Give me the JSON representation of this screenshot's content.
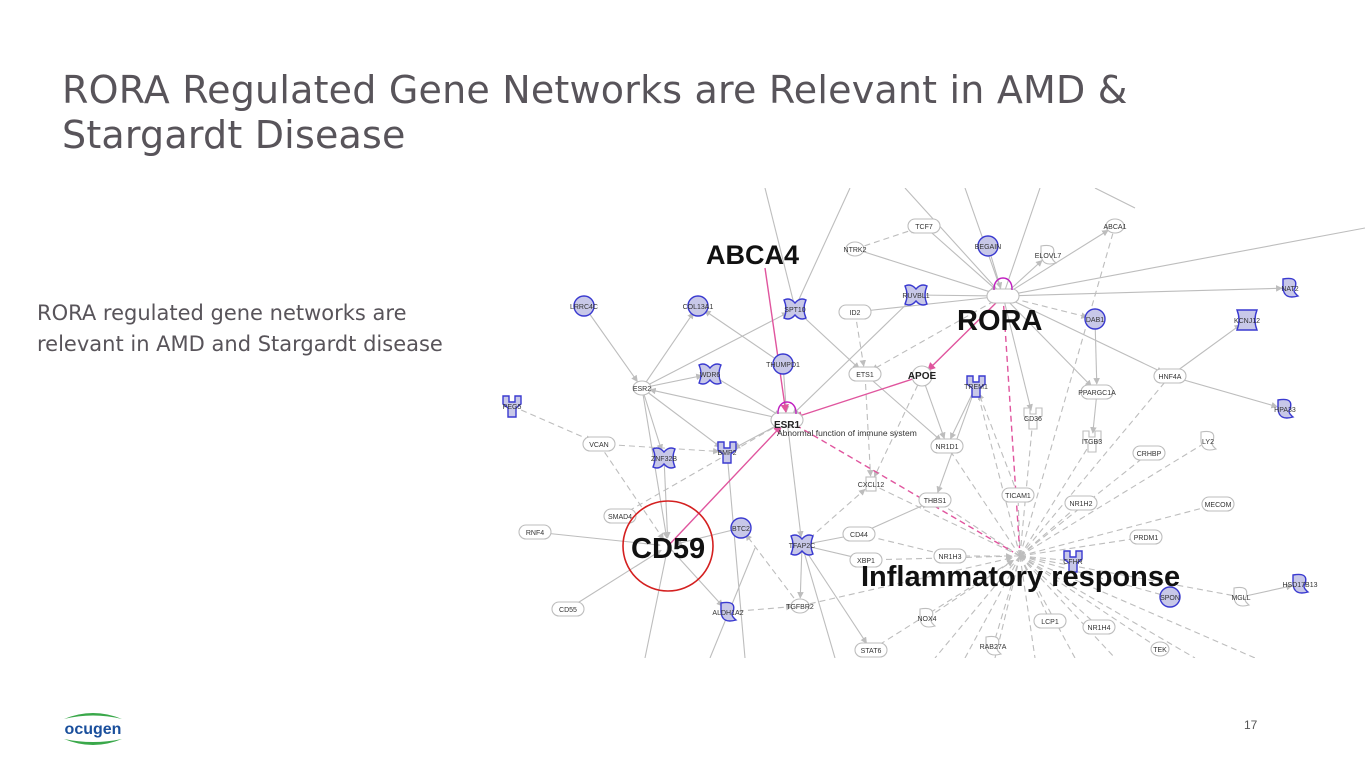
{
  "slide": {
    "title": "RORA Regulated Gene Networks are Relevant in AMD & Stargardt Disease",
    "body": "RORA regulated gene networks are relevant in AMD and Stargardt disease",
    "page_number": "17",
    "logo_text": "ocugen",
    "logo_icon": "ocugen-swoosh-logo"
  },
  "colors": {
    "title": "#58545a",
    "edge_gray": "#bdbdbd",
    "edge_pink": "#e0559e",
    "node_blue_fill": "#c8c8e8",
    "node_blue_stroke": "#3a3ad0",
    "highlight_circle": "#d42020",
    "logo_blue": "#1a4f9c",
    "logo_green": "#3aa84a"
  },
  "callouts": {
    "abca4": "ABCA4",
    "rora": "RORA",
    "cd59": "CD59",
    "inflammatory": "Inflammatory response"
  },
  "network": {
    "function_label": "Abnormal function of immune system",
    "nodes": [
      {
        "id": "TCF7",
        "label": "TCF7",
        "shape": "ellipse-pair",
        "style": "plain"
      },
      {
        "id": "BEGAIN",
        "label": "BEGAIN",
        "shape": "circle",
        "style": "blue"
      },
      {
        "id": "ELOVL7",
        "label": "ELOVL7",
        "shape": "enzyme",
        "style": "plain"
      },
      {
        "id": "ABCA1",
        "label": "ABCA1",
        "shape": "transporter",
        "style": "plain"
      },
      {
        "id": "NTRK2",
        "label": "NTRK2",
        "shape": "kinase",
        "style": "plain"
      },
      {
        "id": "LRRC4C",
        "label": "LRRC4C",
        "shape": "circle",
        "style": "blue"
      },
      {
        "id": "COL13A1",
        "label": "COL13A1",
        "shape": "circle",
        "style": "blue"
      },
      {
        "id": "SPT10",
        "label": "SPT10",
        "shape": "tf",
        "style": "blue"
      },
      {
        "id": "RUVBL1",
        "label": "RUVBL1",
        "shape": "tf",
        "style": "blue"
      },
      {
        "id": "ID2",
        "label": "ID2",
        "shape": "ellipse-pair",
        "style": "plain"
      },
      {
        "id": "RORA",
        "label": "",
        "shape": "ellipse-pair",
        "style": "pink-loop"
      },
      {
        "id": "NAT2",
        "label": "NAT2",
        "shape": "enzyme",
        "style": "blue"
      },
      {
        "id": "DAB1",
        "label": "DAB1",
        "shape": "circle",
        "style": "blue"
      },
      {
        "id": "KCNJ12",
        "label": "KCNJ12",
        "shape": "channel",
        "style": "blue"
      },
      {
        "id": "THUMPD1",
        "label": "THUMPD1",
        "shape": "circle",
        "style": "blue"
      },
      {
        "id": "ETS1",
        "label": "ETS1",
        "shape": "ellipse-pair",
        "style": "plain"
      },
      {
        "id": "APOE",
        "label": "APOE",
        "shape": "circle",
        "style": "plain-bold"
      },
      {
        "id": "TREM1",
        "label": "TREM1",
        "shape": "receptor",
        "style": "blue"
      },
      {
        "id": "CD36",
        "label": "CD36",
        "shape": "receptor",
        "style": "plain"
      },
      {
        "id": "PPARGC1A",
        "label": "PPARGC1A",
        "shape": "ellipse-pair",
        "style": "plain"
      },
      {
        "id": "HNF4A",
        "label": "HNF4A",
        "shape": "ellipse-pair",
        "style": "plain"
      },
      {
        "id": "HPA33",
        "label": "HPA33",
        "shape": "enzyme",
        "style": "blue"
      },
      {
        "id": "ESR2",
        "label": "ESR2",
        "shape": "diamond",
        "style": "plain"
      },
      {
        "id": "WDR6",
        "label": "WDR6",
        "shape": "tf",
        "style": "blue"
      },
      {
        "id": "PEG5",
        "label": "PEG5",
        "shape": "receptor",
        "style": "blue"
      },
      {
        "id": "ESR1",
        "label": "ESR1",
        "shape": "ellipse-pair",
        "style": "pink-loop-bold"
      },
      {
        "id": "NR1D1",
        "label": "NR1D1",
        "shape": "ellipse-pair",
        "style": "plain"
      },
      {
        "id": "ITGB3",
        "label": "ITGB3",
        "shape": "receptor",
        "style": "plain"
      },
      {
        "id": "LY2",
        "label": "LY2",
        "shape": "enzyme",
        "style": "plain"
      },
      {
        "id": "CRHBP",
        "label": "CRHBP",
        "shape": "ellipse-pair",
        "style": "plain"
      },
      {
        "id": "VCAN",
        "label": "VCAN",
        "shape": "ellipse-pair",
        "style": "plain"
      },
      {
        "id": "ZNF32B",
        "label": "ZNF32B",
        "shape": "tf",
        "style": "blue"
      },
      {
        "id": "BMP2",
        "label": "BMP2",
        "shape": "receptor",
        "style": "blue"
      },
      {
        "id": "CXCL12",
        "label": "CXCL12",
        "shape": "square",
        "style": "plain"
      },
      {
        "id": "THBS1",
        "label": "THBS1",
        "shape": "ellipse-pair",
        "style": "plain"
      },
      {
        "id": "TICAM1",
        "label": "TICAM1",
        "shape": "ellipse-pair",
        "style": "plain"
      },
      {
        "id": "NR1H2",
        "label": "NR1H2",
        "shape": "ellipse-pair",
        "style": "plain"
      },
      {
        "id": "MECOM",
        "label": "MECOM",
        "shape": "ellipse-pair",
        "style": "plain"
      },
      {
        "id": "SMAD4",
        "label": "SMAD4",
        "shape": "ellipse-pair",
        "style": "plain"
      },
      {
        "id": "RNF4",
        "label": "RNF4",
        "shape": "ellipse-pair",
        "style": "plain"
      },
      {
        "id": "BTC2",
        "label": "BTC2",
        "shape": "circle",
        "style": "blue"
      },
      {
        "id": "TFAP2C",
        "label": "TFAP2C",
        "shape": "tf",
        "style": "blue"
      },
      {
        "id": "CD44",
        "label": "CD44",
        "shape": "ellipse-pair",
        "style": "plain"
      },
      {
        "id": "NR1H3",
        "label": "NR1H3",
        "shape": "ellipse-pair",
        "style": "plain"
      },
      {
        "id": "PRDM1",
        "label": "PRDM1",
        "shape": "ellipse-pair",
        "style": "plain"
      },
      {
        "id": "CFHR",
        "label": "CFHR",
        "shape": "receptor",
        "style": "blue"
      },
      {
        "id": "CD55",
        "label": "CD55",
        "shape": "ellipse-pair",
        "style": "plain"
      },
      {
        "id": "ALDH1A2",
        "label": "ALDH1A2",
        "shape": "enzyme",
        "style": "blue"
      },
      {
        "id": "TGFBR2",
        "label": "TGFBR2",
        "shape": "kinase",
        "style": "plain"
      },
      {
        "id": "XBP1",
        "label": "XBP1",
        "shape": "ellipse-pair",
        "style": "plain"
      },
      {
        "id": "SPON",
        "label": "SPON",
        "shape": "circle",
        "style": "blue"
      },
      {
        "id": "MGLL",
        "label": "MGLL",
        "shape": "enzyme",
        "style": "plain"
      },
      {
        "id": "HSD17B13",
        "label": "HSD17B13",
        "shape": "enzyme",
        "style": "blue"
      },
      {
        "id": "NOX4",
        "label": "NOX4",
        "shape": "enzyme",
        "style": "plain"
      },
      {
        "id": "LCP1",
        "label": "LCP1",
        "shape": "ellipse-pair",
        "style": "plain"
      },
      {
        "id": "NR1H4",
        "label": "NR1H4",
        "shape": "ellipse-pair",
        "style": "plain"
      },
      {
        "id": "STAT6",
        "label": "STAT6",
        "shape": "ellipse-pair",
        "style": "plain"
      },
      {
        "id": "RAB27A",
        "label": "RAB27A",
        "shape": "enzyme",
        "style": "plain"
      },
      {
        "id": "TEK",
        "label": "TEK",
        "shape": "kinase",
        "style": "plain"
      },
      {
        "id": "INFL",
        "label": "",
        "shape": "hub",
        "style": "plain"
      },
      {
        "id": "CD59",
        "label": "",
        "shape": "hub",
        "style": "plain"
      }
    ]
  }
}
